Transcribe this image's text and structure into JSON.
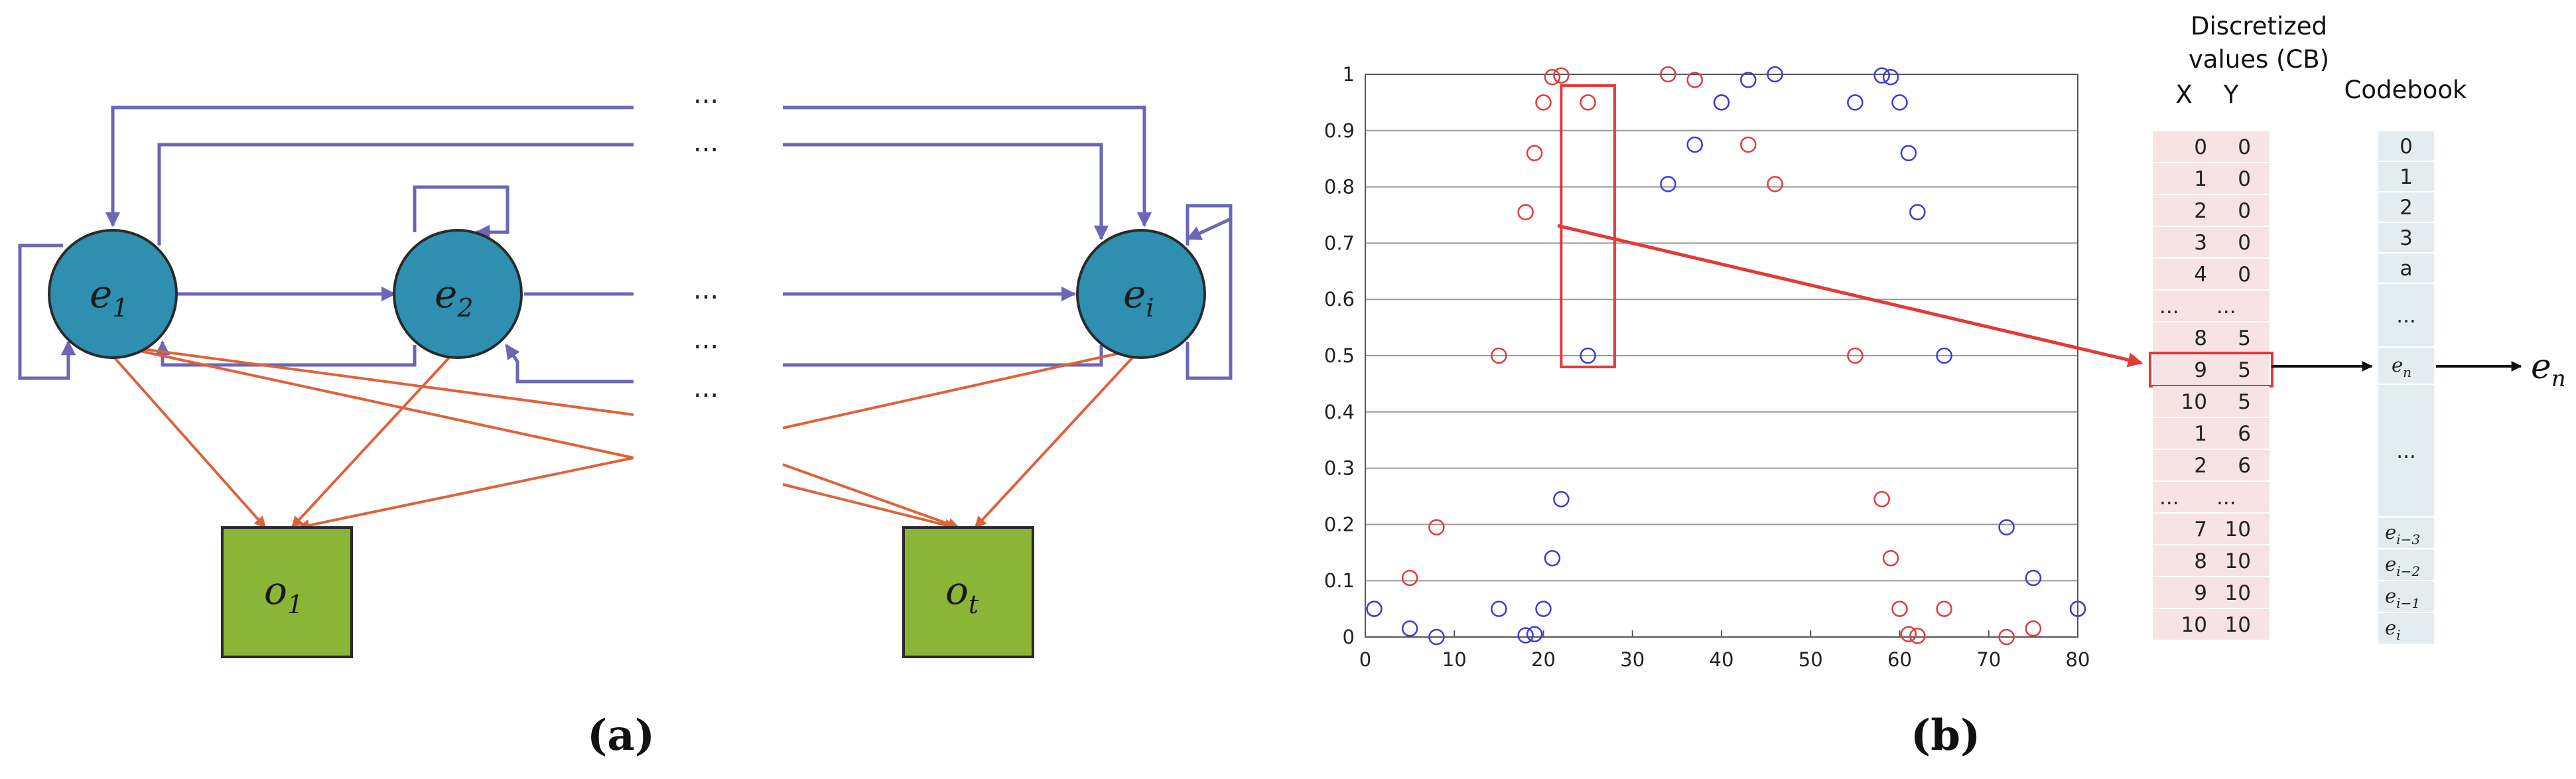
{
  "colors": {
    "node_fill": "#2e8fb0",
    "obs_fill": "#8ab536",
    "blue_edge": "#6b66b8",
    "orange_edge": "#e0623a",
    "red_marker": "#e23a3a",
    "blue_marker": "#3b3bdc",
    "table_fill": "#f7e3e3",
    "codebook_fill": "#e3ecef",
    "grid": "#9a9a9a"
  },
  "panel_a": {
    "label": "(a)",
    "nodes": [
      {
        "base": "e",
        "sub": "1"
      },
      {
        "base": "e",
        "sub": "2"
      },
      {
        "base": "e",
        "sub": "i"
      }
    ],
    "observations": [
      {
        "base": "o",
        "sub": "1"
      },
      {
        "base": "o",
        "sub": "t"
      }
    ],
    "ellipsis": [
      "...",
      "...",
      "...",
      "...",
      "..."
    ]
  },
  "panel_b": {
    "label": "(b)",
    "table_header_line1": "Discretized",
    "table_header_line2": "values (CB)",
    "table_col_x": "X",
    "table_col_y": "Y",
    "table_rows": [
      {
        "x": "0",
        "y": "0"
      },
      {
        "x": "1",
        "y": "0"
      },
      {
        "x": "2",
        "y": "0"
      },
      {
        "x": "3",
        "y": "0"
      },
      {
        "x": "4",
        "y": "0"
      },
      {
        "x": "...",
        "y": "..."
      },
      {
        "x": "8",
        "y": "5"
      },
      {
        "x": "9",
        "y": "5"
      },
      {
        "x": "10",
        "y": "5"
      },
      {
        "x": "1",
        "y": "6"
      },
      {
        "x": "2",
        "y": "6"
      },
      {
        "x": "...",
        "y": "..."
      },
      {
        "x": "7",
        "y": "10"
      },
      {
        "x": "8",
        "y": "10"
      },
      {
        "x": "9",
        "y": "10"
      },
      {
        "x": "10",
        "y": "10"
      }
    ],
    "highlighted_row": 7,
    "codebook_title": "Codebook",
    "codebook_top": [
      "0",
      "1",
      "2",
      "3",
      "a",
      "..."
    ],
    "codebook_en": {
      "base": "e",
      "sub": "n"
    },
    "codebook_mid": "...",
    "codebook_bottom": [
      {
        "base": "e",
        "sub": "i−3"
      },
      {
        "base": "e",
        "sub": "i−2"
      },
      {
        "base": "e",
        "sub": "i−1"
      },
      {
        "base": "e",
        "sub": "i"
      }
    ],
    "output": {
      "base": "e",
      "sub": "n"
    }
  },
  "chart_data": {
    "type": "scatter",
    "title": "",
    "xlabel": "",
    "ylabel": "",
    "xlim": [
      0,
      80
    ],
    "ylim": [
      0,
      1
    ],
    "x_ticks": [
      "0",
      "10",
      "20",
      "30",
      "40",
      "50",
      "60",
      "70",
      "80"
    ],
    "y_ticks": [
      "0",
      "0.1",
      "0.2",
      "0.3",
      "0.4",
      "0.5",
      "0.6",
      "0.7",
      "0.8",
      "0.9",
      "1"
    ],
    "grid": "horizontal",
    "highlight_box": {
      "x": [
        22,
        28
      ],
      "y": [
        0.48,
        0.98
      ]
    },
    "series": [
      {
        "color": "#e23a3a",
        "points": [
          [
            1,
            0.05
          ],
          [
            5,
            0.105
          ],
          [
            8,
            0.195
          ],
          [
            15,
            0.5
          ],
          [
            18,
            0.755
          ],
          [
            19,
            0.86
          ],
          [
            20,
            0.95
          ],
          [
            21,
            0.995
          ],
          [
            22,
            0.998
          ],
          [
            25,
            0.95
          ],
          [
            34,
            1.0
          ],
          [
            37,
            0.99
          ],
          [
            40,
            0.95
          ],
          [
            43,
            0.875
          ],
          [
            46,
            0.805
          ],
          [
            55,
            0.5
          ],
          [
            58,
            0.245
          ],
          [
            59,
            0.14
          ],
          [
            60,
            0.05
          ],
          [
            61,
            0.005
          ],
          [
            62,
            0.002
          ],
          [
            65,
            0.05
          ],
          [
            72,
            0.0
          ],
          [
            75,
            0.015
          ],
          [
            80,
            0.05
          ]
        ]
      },
      {
        "color": "#3b3bdc",
        "points": [
          [
            1,
            0.05
          ],
          [
            5,
            0.015
          ],
          [
            8,
            0.0
          ],
          [
            15,
            0.05
          ],
          [
            18,
            0.003
          ],
          [
            19,
            0.005
          ],
          [
            20,
            0.05
          ],
          [
            21,
            0.14
          ],
          [
            22,
            0.245
          ],
          [
            25,
            0.5
          ],
          [
            34,
            0.805
          ],
          [
            37,
            0.875
          ],
          [
            40,
            0.95
          ],
          [
            43,
            0.99
          ],
          [
            46,
            1.0
          ],
          [
            55,
            0.95
          ],
          [
            58,
            0.998
          ],
          [
            59,
            0.995
          ],
          [
            60,
            0.95
          ],
          [
            61,
            0.86
          ],
          [
            62,
            0.755
          ],
          [
            65,
            0.5
          ],
          [
            72,
            0.195
          ],
          [
            75,
            0.105
          ],
          [
            80,
            0.05
          ]
        ]
      }
    ]
  }
}
